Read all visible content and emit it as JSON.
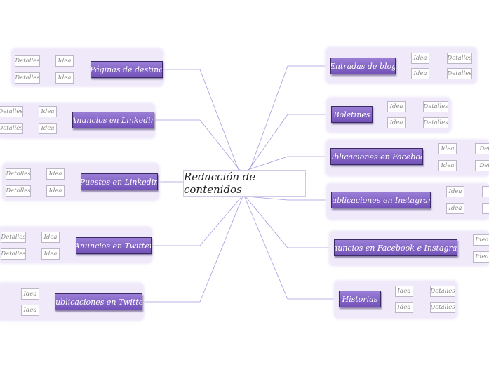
{
  "center": {
    "label": "Redacción de contenidos"
  },
  "colors": {
    "topic_fill": "#7f62c2",
    "topic_border": "#3a2a66",
    "cloud": "#efe9fa",
    "connector": "#a89ae0"
  },
  "topics": [
    {
      "label": "Páginas de destino",
      "side": "left",
      "branches": [
        {
          "idea": "Idea",
          "detail": "Detalles"
        },
        {
          "idea": "Idea",
          "detail": "Detalles"
        }
      ]
    },
    {
      "label": "Anuncios en Linkedin",
      "side": "left",
      "branches": [
        {
          "idea": "Idea",
          "detail": "Detalles"
        },
        {
          "idea": "Idea",
          "detail": "Detalles"
        }
      ]
    },
    {
      "label": "Puestos en Linkedin",
      "side": "left",
      "branches": [
        {
          "idea": "Idea",
          "detail": "Detalles"
        },
        {
          "idea": "Idea",
          "detail": "Detalles"
        }
      ]
    },
    {
      "label": "Anuncios en Twitter",
      "side": "left",
      "branches": [
        {
          "idea": "Idea",
          "detail": "Detalles"
        },
        {
          "idea": "Idea",
          "detail": "Detalles"
        }
      ]
    },
    {
      "label": "Publicaciones en Twitter",
      "side": "left",
      "branches": [
        {
          "idea": "Idea",
          "detail": ""
        },
        {
          "idea": "Idea",
          "detail": ""
        }
      ]
    },
    {
      "label": "Entradas de blog",
      "side": "right",
      "branches": [
        {
          "idea": "Idea",
          "detail": "Detalles"
        },
        {
          "idea": "Idea",
          "detail": "Detalles"
        }
      ]
    },
    {
      "label": "Boletines",
      "side": "right",
      "branches": [
        {
          "idea": "Idea",
          "detail": "Detalles"
        },
        {
          "idea": "Idea",
          "detail": "Detalles"
        }
      ]
    },
    {
      "label": "Publicaciones en Facebook",
      "side": "right",
      "branches": [
        {
          "idea": "Idea",
          "detail": "Detal"
        },
        {
          "idea": "Idea",
          "detail": "Detal"
        }
      ]
    },
    {
      "label": "Publicaciones en Instagram",
      "side": "right",
      "branches": [
        {
          "idea": "Idea",
          "detail": "D"
        },
        {
          "idea": "Idea",
          "detail": "D"
        }
      ]
    },
    {
      "label": "Anuncios en Facebook e Instagram",
      "side": "right",
      "branches": [
        {
          "idea": "Idea",
          "detail": ""
        },
        {
          "idea": "Idea",
          "detail": ""
        }
      ]
    },
    {
      "label": "Historias",
      "side": "right",
      "branches": [
        {
          "idea": "Idea",
          "detail": "Detalles"
        },
        {
          "idea": "Idea",
          "detail": "Detalles"
        }
      ]
    }
  ]
}
